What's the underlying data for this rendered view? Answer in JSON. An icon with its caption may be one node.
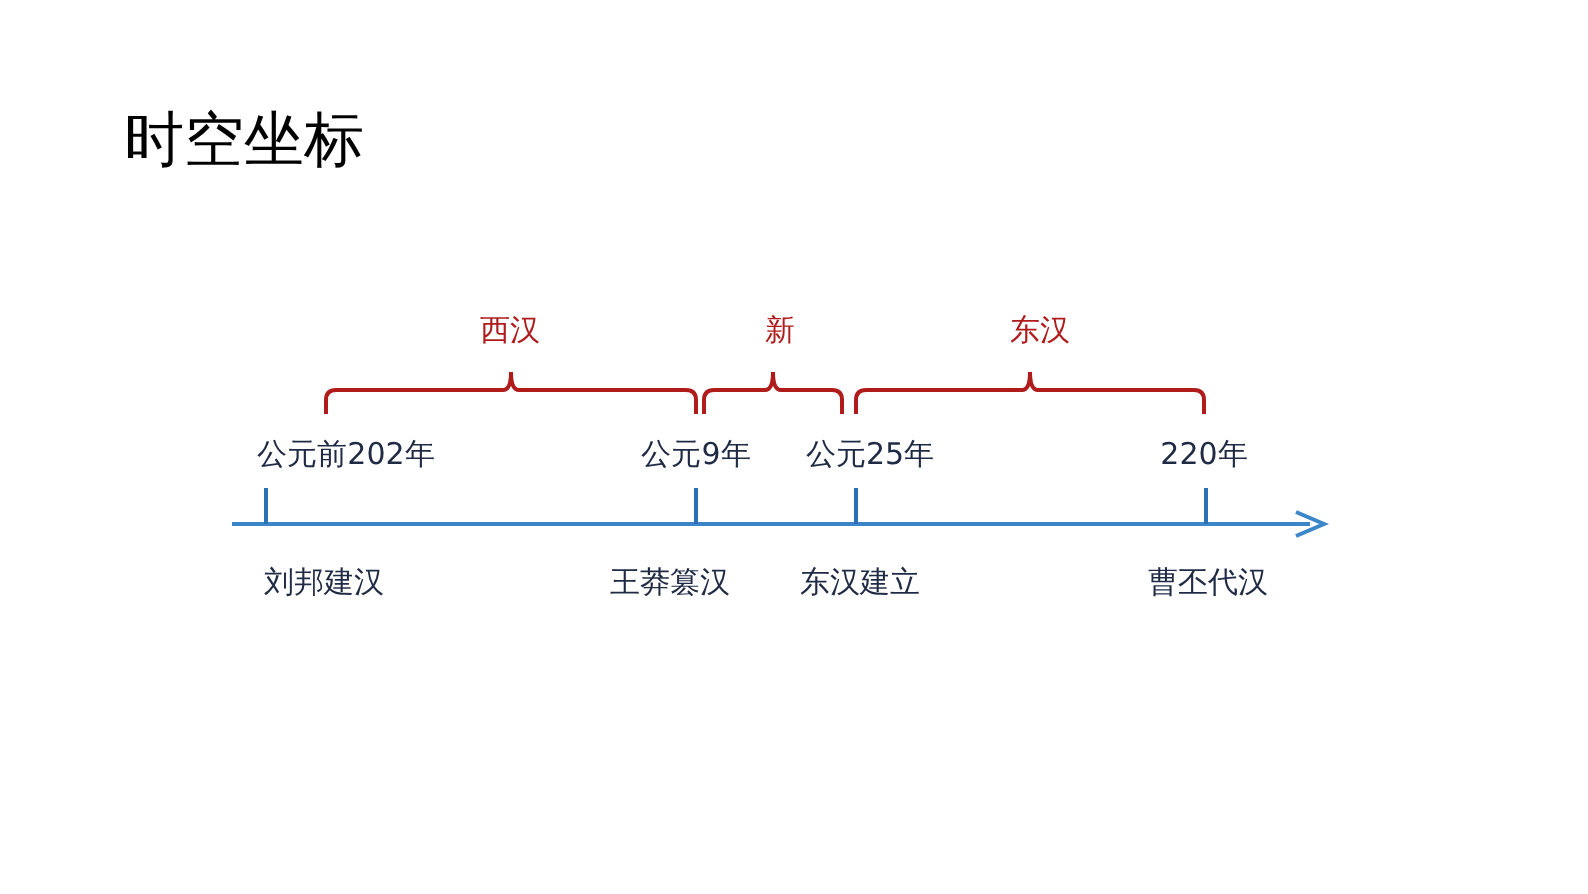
{
  "diagram": {
    "title": "时空坐标",
    "labels": [
      "西汉",
      "新",
      "东汉",
      "公元前202年",
      "公元9年",
      "公元25年",
      "220年",
      "刘邦建汉",
      "王莽篡汉",
      "东汉建立",
      "曹丕代汉"
    ]
  }
}
